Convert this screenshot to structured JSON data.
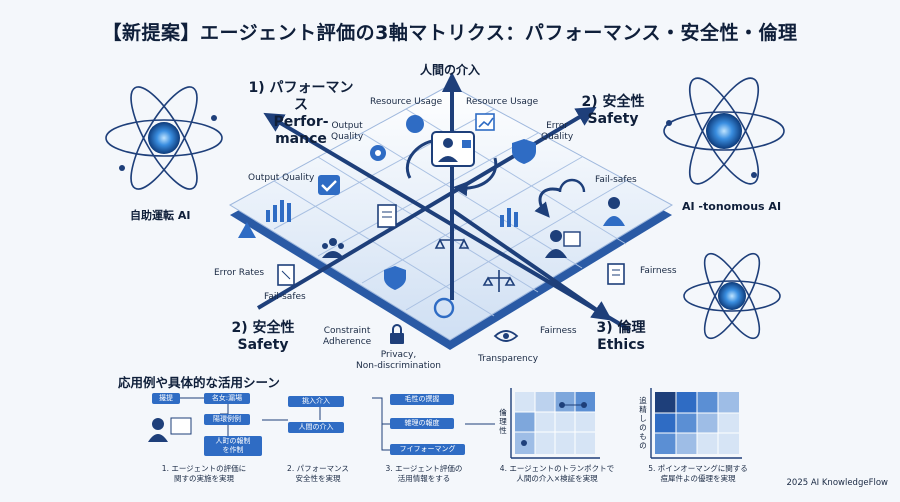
{
  "title": "【新提案】エージェント評価の3軸マトリクス：パフォーマンス・安全性・倫理",
  "axes": {
    "top": "人間の介入",
    "performance": {
      "line1": "1) パフォーマンス",
      "line2": "Perfor-",
      "line3": "mance"
    },
    "safety_top": {
      "line1": "2) 安全性",
      "line2": "Safety"
    },
    "safety_bottom": {
      "line1": "2) 安全性",
      "line2": "Safety"
    },
    "ethics": {
      "line1": "3) 倫理",
      "line2": "Ethics"
    }
  },
  "side_labels": {
    "left": "自助運転 AI",
    "right": "AI -tonomous AI"
  },
  "metric_labels": {
    "resource_usage_1": "Resource Usage",
    "resource_usage_2": "Resource Usage",
    "output_quality_1a": "Output",
    "output_quality_1b": "Quality",
    "output_quality_2": "Output Quality",
    "error_quality_a": "Error",
    "error_quality_b": "Quality",
    "fail_safes_1": "Fail-safes",
    "fail_safes_2": "Fail-safes",
    "error_rates": "Error Rates",
    "constraint_a": "Constraint",
    "constraint_b": "Adherence",
    "privacy_a": "Privacy,",
    "privacy_b": "Non-discrimination",
    "fairness_1": "Fairness",
    "fairness_2": "Fairness",
    "transparency": "Transparency"
  },
  "examples": {
    "title": "応用例や具体的な活用シーン",
    "flow1": {
      "box1": "撮提",
      "box2": "名女:漏場",
      "box3": "陽環例例",
      "box4a": "人町の報制",
      "box4b": "を作制",
      "cap_a": "1. エージェントの評価に",
      "cap_b": "関すの実施を実現"
    },
    "flow2": {
      "box1": "挑入介入",
      "box2": "人間の介入",
      "cap_a": "2. パフォーマンス",
      "cap_b": "安全性を実現"
    },
    "flow3": {
      "box1": "毛性の撰握",
      "box2": "雑理の報度",
      "box3": "フイフォーマング",
      "cap_a": "3. エージェント評価の",
      "cap_b": "活用情報をする"
    },
    "chart4": {
      "ylabel": "倫理性",
      "cap_a": "4. エージェントのトランポクトで",
      "cap_b": "人間の介入×検証を実現"
    },
    "chart5": {
      "ylabel": "追精しのもの",
      "cap_a": "5. ポインオーマングに関する",
      "cap_b": "痘犀件よの優理を実現"
    }
  },
  "credit": "2025 AI KnowledgeFlow",
  "colors": {
    "navy": "#1e3f7a",
    "blue": "#2f6cc4",
    "light": "#d6e4f5"
  }
}
